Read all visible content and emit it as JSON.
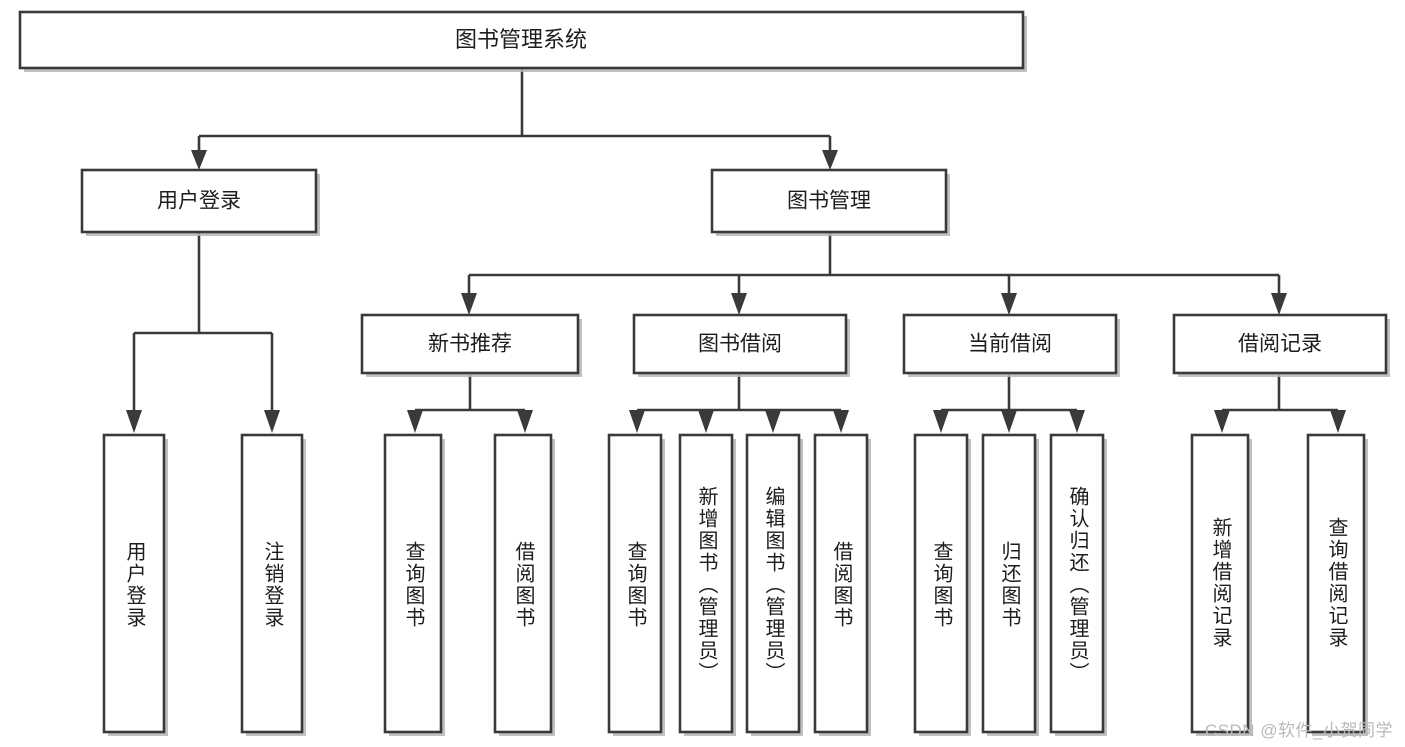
{
  "diagram": {
    "type": "tree-hierarchy-chart",
    "title": "图书管理系统",
    "orientation": "top-down",
    "levels": 4,
    "colors": {
      "box_stroke": "#3a3a3a",
      "box_fill": "#ffffff",
      "connector": "#3a3a3a",
      "shadow": "#b6b6b6",
      "text": "#1d1d1d",
      "watermark": "#b9b9b9",
      "background": "#ffffff"
    },
    "root": {
      "label": "图书管理系统",
      "orientation": "horizontal"
    },
    "level2": [
      {
        "label": "用户登录",
        "orientation": "horizontal"
      },
      {
        "label": "图书管理",
        "orientation": "horizontal"
      }
    ],
    "level3": [
      {
        "label": "新书推荐",
        "orientation": "horizontal",
        "parent": "图书管理"
      },
      {
        "label": "图书借阅",
        "orientation": "horizontal",
        "parent": "图书管理"
      },
      {
        "label": "当前借阅",
        "orientation": "horizontal",
        "parent": "图书管理"
      },
      {
        "label": "借阅记录",
        "orientation": "horizontal",
        "parent": "图书管理"
      }
    ],
    "leaves": {
      "用户登录": [
        {
          "label": "用户登录",
          "orientation": "vertical"
        },
        {
          "label": "注销登录",
          "orientation": "vertical"
        }
      ],
      "新书推荐": [
        {
          "label": "查询图书",
          "orientation": "vertical"
        },
        {
          "label": "借阅图书",
          "orientation": "vertical"
        }
      ],
      "图书借阅": [
        {
          "label": "查询图书",
          "orientation": "vertical"
        },
        {
          "label": "新增图书（管理员）",
          "orientation": "vertical"
        },
        {
          "label": "编辑图书（管理员）",
          "orientation": "vertical"
        },
        {
          "label": "借阅图书",
          "orientation": "vertical"
        }
      ],
      "当前借阅": [
        {
          "label": "查询图书",
          "orientation": "vertical"
        },
        {
          "label": "归还图书",
          "orientation": "vertical"
        },
        {
          "label": "确认归还（管理员）",
          "orientation": "vertical"
        }
      ],
      "借阅记录": [
        {
          "label": "新增借阅记录",
          "orientation": "vertical"
        },
        {
          "label": "查询借阅记录",
          "orientation": "vertical"
        }
      ]
    }
  },
  "watermark": {
    "text": "CSDN @软件_小贺同学"
  }
}
